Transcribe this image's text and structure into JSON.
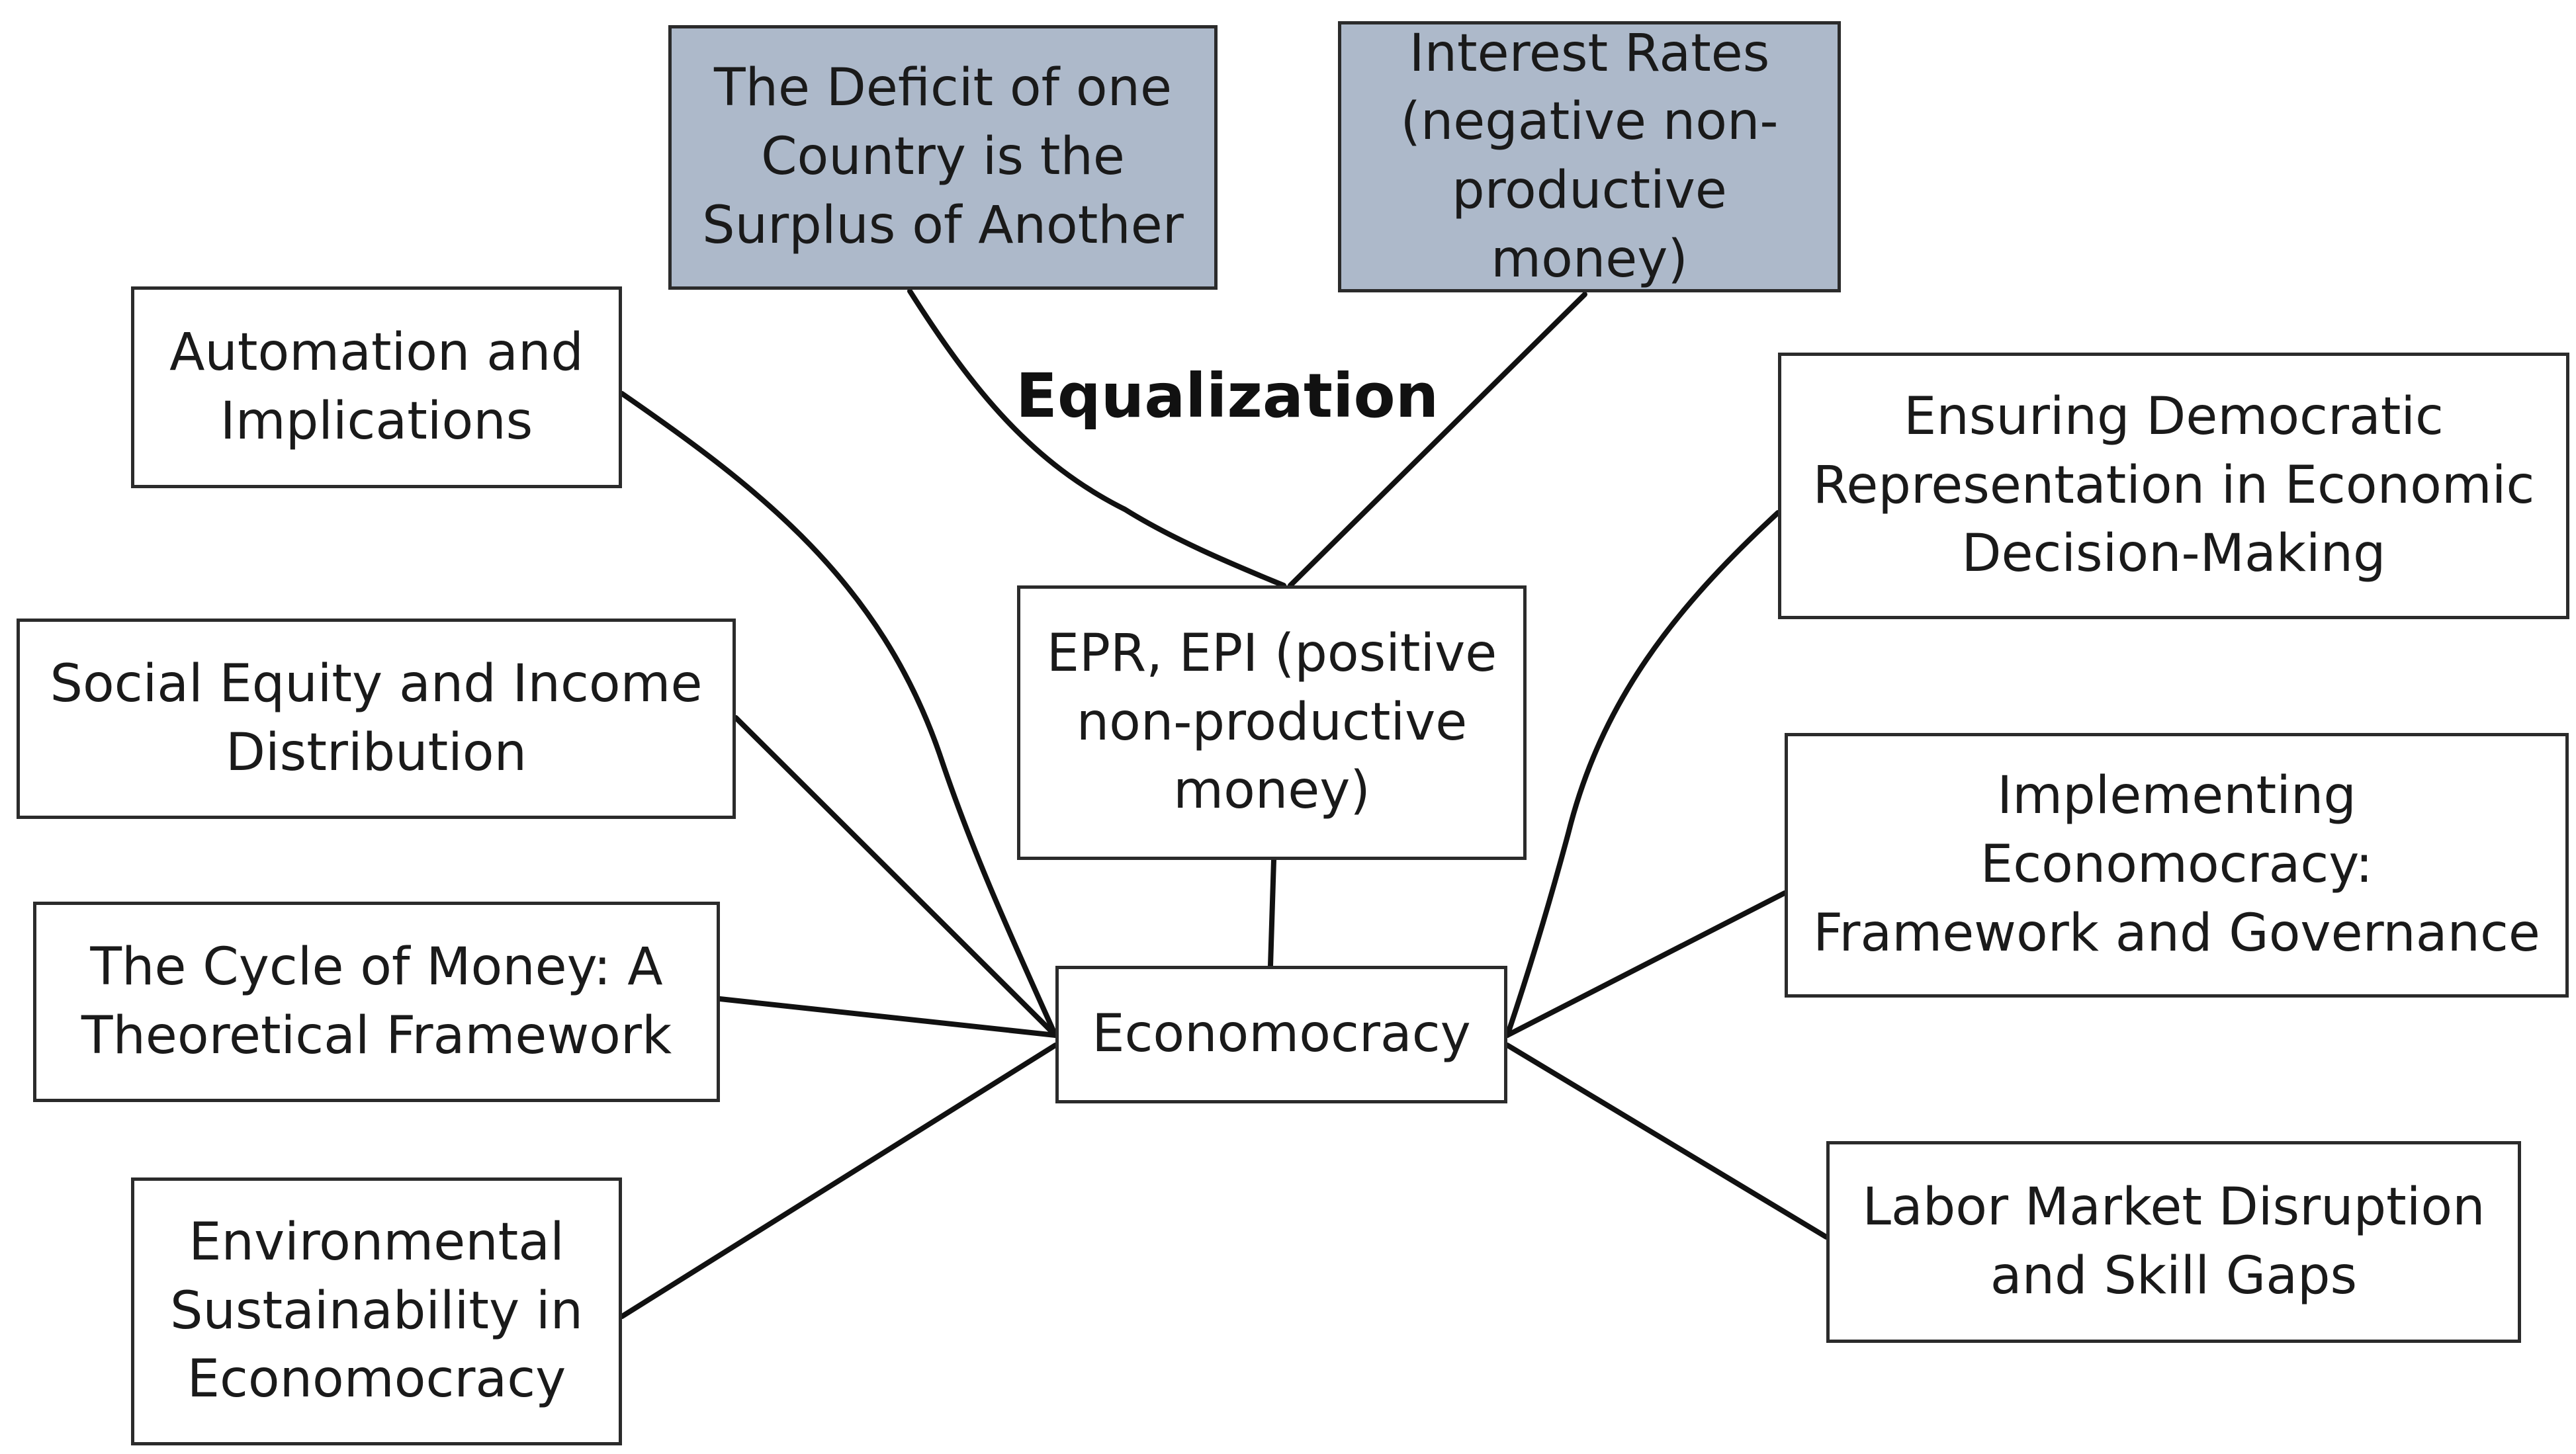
{
  "diagram": {
    "center": "Economocracy",
    "upper_node": "EPR, EPI (positive\nnon-productive\nmoney)",
    "top_left": "The Deficit of one\nCountry is the\nSurplus of Another",
    "top_right": "Interest Rates\n(negative non-\nproductive money)",
    "equalization_label": "Equalization",
    "left_nodes": [
      "Automation and\nImplications",
      "Social Equity and Income\nDistribution",
      "The Cycle of Money: A\nTheoretical Framework",
      "Environmental\nSustainability in\nEconomocracy"
    ],
    "right_nodes": [
      "Ensuring Democratic\nRepresentation in Economic\nDecision-Making",
      "Implementing Economocracy:\nFramework and Governance",
      "Labor Market Disruption\nand Skill Gaps"
    ],
    "colors": {
      "shaded_fill": "#adb9ca",
      "border": "#2b2b2b",
      "line": "#111111"
    }
  }
}
